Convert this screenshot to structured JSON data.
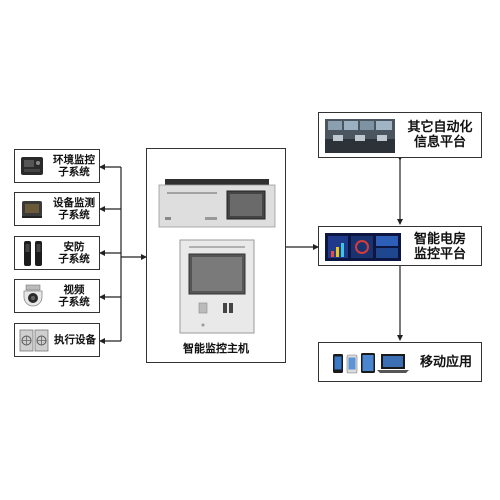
{
  "left_subsystems": [
    {
      "label": "环境监控\n子系统",
      "icon": "environment-monitor-device-icon"
    },
    {
      "label": "设备监测\n子系统",
      "icon": "equipment-sensor-device-icon"
    },
    {
      "label": "安防\n子系统",
      "icon": "infrared-beam-sensor-icon"
    },
    {
      "label": "视频\n子系统",
      "icon": "dome-camera-icon"
    },
    {
      "label": "执行设备",
      "icon": "fan-unit-icon"
    }
  ],
  "center": {
    "label": "智能监控主机"
  },
  "right_platforms": [
    {
      "label": "其它自动化\n信息平台",
      "icon": "control-room-icon"
    },
    {
      "label": "智能电房\n监控平台",
      "icon": "dashboard-screen-icon"
    },
    {
      "label": "移动应用",
      "icon": "mobile-devices-icon"
    }
  ],
  "colors": {
    "line": "#222222",
    "border": "#333333",
    "panel": "#e6e6e6"
  }
}
